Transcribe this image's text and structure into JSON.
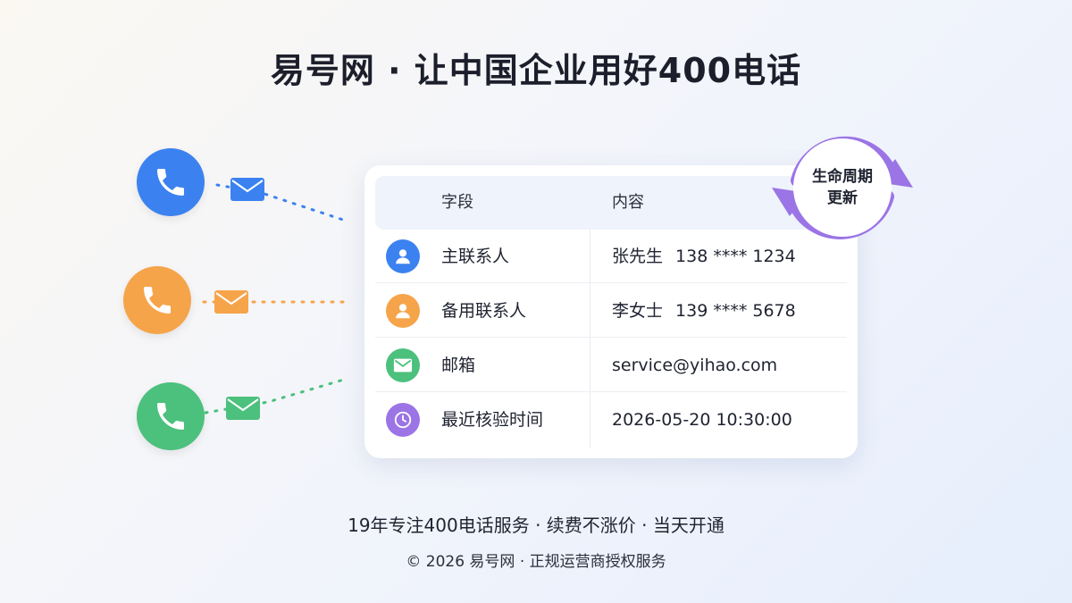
{
  "title": "易号网 · 让中国企业用好400电话",
  "colors": {
    "blue": "#3b82f0",
    "orange": "#f6a44a",
    "green": "#4cc07d",
    "purple": "#9b74e6",
    "header_bg": "#eef3fc"
  },
  "channels": [
    {
      "name": "phone-blue",
      "color": "#3b82f0",
      "icon": "phone-icon",
      "secondary_icon": "envelope-icon"
    },
    {
      "name": "phone-orange",
      "color": "#f6a44a",
      "icon": "phone-icon",
      "secondary_icon": "envelope-icon"
    },
    {
      "name": "phone-green",
      "color": "#4cc07d",
      "icon": "phone-icon",
      "secondary_icon": "envelope-icon"
    }
  ],
  "table": {
    "headers": {
      "field": "字段",
      "content": "内容"
    },
    "rows": [
      {
        "icon": "user-icon",
        "color": "#3b82f0",
        "field": "主联系人",
        "name": "张先生",
        "phone": "138 **** 1234"
      },
      {
        "icon": "user-icon",
        "color": "#f6a44a",
        "field": "备用联系人",
        "name": "李女士",
        "phone": "139 **** 5678"
      },
      {
        "icon": "mail-icon",
        "color": "#4cc07d",
        "field": "邮箱",
        "value": "service@yihao.com"
      },
      {
        "icon": "clock-icon",
        "color": "#9b74e6",
        "field": "最近核验时间",
        "value": "2026-05-20 10:30:00"
      }
    ]
  },
  "lifecycle": {
    "line1": "生命周期",
    "line2": "更新"
  },
  "footer": {
    "main": "19年专注400电话服务 · 续费不涨价 · 当天开通",
    "sub": "© 2026 易号网 · 正规运营商授权服务"
  }
}
